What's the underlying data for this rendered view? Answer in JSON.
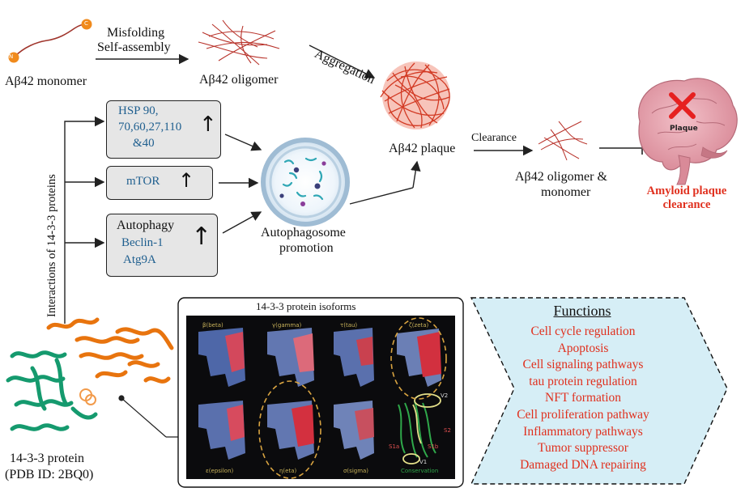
{
  "pathway": {
    "monomer_n": "N",
    "monomer_c": "C",
    "monomer_label": "Aβ42 monomer",
    "misfolding_label_1": "Misfolding",
    "misfolding_label_2": "Self-assembly",
    "oligomer_label": "Aβ42 oligomer",
    "aggregation_label": "Aggregation",
    "plaque_label": "Aβ42 plaque",
    "clearance_label": "Clearance",
    "oligomer_monomer_label_1": "Aβ42 oligomer &",
    "oligomer_monomer_label_2": "monomer",
    "brain_plaque_label": "Plaque",
    "amyloid_clearance_1": "Amyloid plaque",
    "amyloid_clearance_2": "clearance"
  },
  "interactions": {
    "vertical_label": "Interactions of 14-3-3 proteins",
    "hsp_line1": "HSP 90,",
    "hsp_line2": "70,60,27,110",
    "hsp_line3": "&40",
    "mtor": "mTOR",
    "autophagy_title": "Autophagy",
    "beclin": "Beclin-1",
    "atg": "Atg9A",
    "up_arrow": "↑",
    "autophagosome_1": "Autophagosome",
    "autophagosome_2": "promotion"
  },
  "protein": {
    "label_1": "14-3-3 protein",
    "label_2": "(PDB ID: 2BQ0)"
  },
  "isoforms": {
    "title": "14-3-3 protein isoforms",
    "panels": [
      "β(beta)",
      "γ(gamma)",
      "τ(tau)",
      "ζ(zeta)",
      "ε(epsilon)",
      "η(eta)",
      "σ(sigma)",
      "Conservation"
    ],
    "conservation_marks": [
      "V2",
      "S2",
      "S1a",
      "S1b",
      "V1"
    ]
  },
  "functions": {
    "title": "Functions",
    "items": [
      "Cell cycle regulation",
      "Apoptosis",
      "Cell signaling pathways",
      "tau protein regulation",
      "NFT formation",
      "Cell proliferation pathway",
      "Inflammatory pathways",
      "Tumor suppressor",
      "Damaged DNA repairing"
    ]
  },
  "colors": {
    "label_blue": "#1f5f8f",
    "function_red": "#e0301e",
    "fiber_red": "#b8322a",
    "box_gray": "#e6e6e6",
    "functions_bg": "#d6eef6",
    "brain_pink": "#e7a1ad",
    "protein_orange": "#e8740e",
    "protein_green": "#159a6e"
  }
}
